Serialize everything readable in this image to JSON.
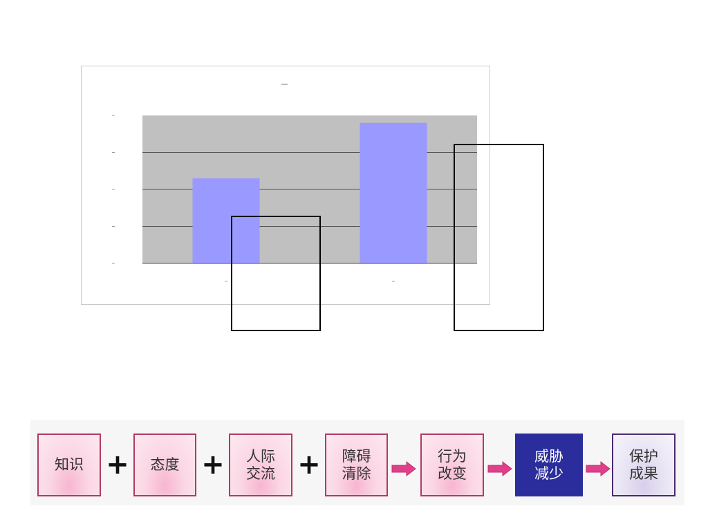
{
  "chart_data": {
    "type": "bar",
    "title": "",
    "xlabel": "",
    "ylabel": "",
    "categories": [
      "",
      ""
    ],
    "values": [
      2.3,
      3.8
    ],
    "ylim": [
      0,
      4
    ],
    "grid": true,
    "colors": {
      "bar": "#9999ff",
      "plot_background": "#c0c0c0",
      "gridline": "#555555"
    }
  },
  "flow": {
    "steps": [
      {
        "lines": [
          "知识"
        ],
        "style": "pink"
      },
      {
        "lines": [
          "态度"
        ],
        "style": "pink"
      },
      {
        "lines": [
          "人际",
          "交流"
        ],
        "style": "pink"
      },
      {
        "lines": [
          "障碍",
          "清除"
        ],
        "style": "pink"
      },
      {
        "lines": [
          "行为",
          "改变"
        ],
        "style": "pink"
      },
      {
        "lines": [
          "威胁",
          "减少"
        ],
        "style": "navy"
      },
      {
        "lines": [
          "保护",
          "成果"
        ],
        "style": "lavender"
      }
    ],
    "connectors": [
      "+",
      "+",
      "+",
      "arrow",
      "arrow",
      "arrow"
    ],
    "colors": {
      "pink_border": "#b03a62",
      "pink_fill": "#fbd6e4",
      "navy_fill": "#2b2d9c",
      "lavender_border": "#4a2a6e",
      "arrow": "#e0408a"
    }
  }
}
